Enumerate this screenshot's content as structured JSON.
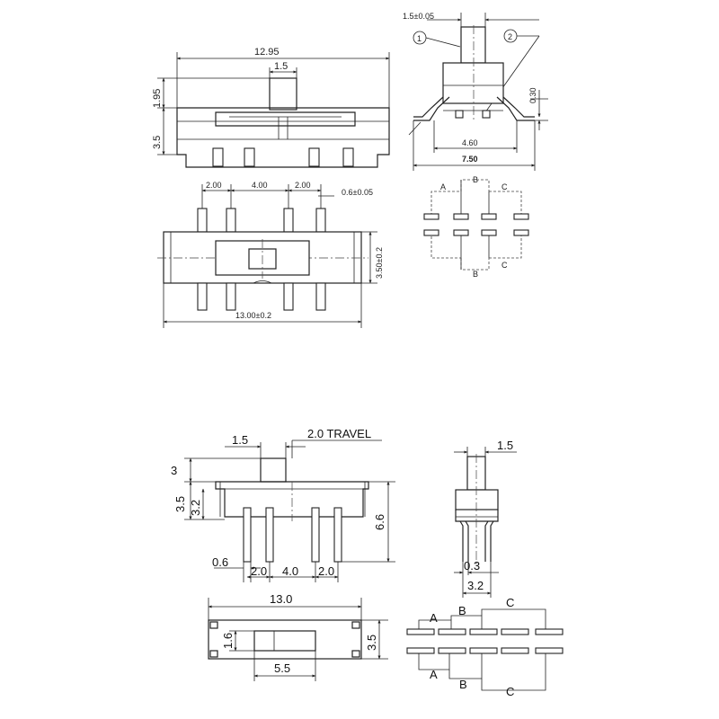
{
  "top_left": {
    "width_overall": "12.95",
    "actuator_width": "1.5",
    "actuator_height": "1.95",
    "body_height": "3.5"
  },
  "top_right": {
    "actuator_tol": "1.5±0.05",
    "callout_1": "1",
    "callout_2": "2",
    "thickness": "0.30",
    "inner_width": "4.60",
    "outer_width": "7.50"
  },
  "mid_left": {
    "pitch_a": "2.00",
    "pitch_b": "4.00",
    "pitch_c": "2.00",
    "pin_width": "0.6±0.05",
    "body_depth": "3.50±0.2",
    "body_length": "13.00±0.2"
  },
  "pad_layout_top": {
    "labels_top": [
      "A",
      "B",
      "C"
    ],
    "labels_bottom": [
      "B",
      "C"
    ]
  },
  "bottom_left": {
    "actuator_width": "1.5",
    "travel": "2.0 TRAVEL",
    "actuator_height": "3",
    "body_outer": "3.5",
    "body_inner": "3.2",
    "overall_height": "6.6",
    "pin_width": "0.6",
    "pitch_a": "2.0",
    "pitch_b": "4.0",
    "pitch_c": "2.0"
  },
  "bottom_right": {
    "actuator_width": "1.5",
    "pin_thickness": "0.3",
    "pin_span": "3.2"
  },
  "bottom_plan": {
    "length": "13.0",
    "slot_height": "1.6",
    "depth": "3.5",
    "slot_length": "5.5"
  },
  "pad_layout_bottom": {
    "labels_top": [
      "A",
      "B",
      "C"
    ],
    "labels_bottom": [
      "A",
      "B",
      "C"
    ]
  }
}
